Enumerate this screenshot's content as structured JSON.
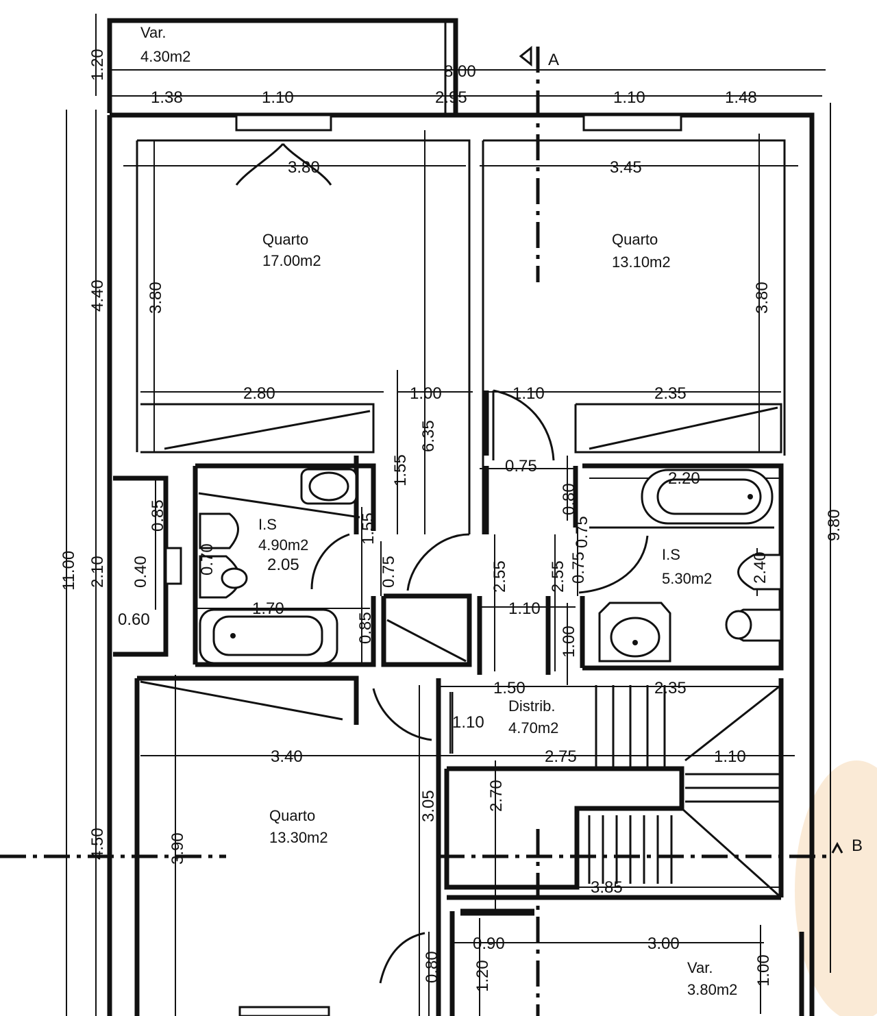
{
  "rooms": {
    "varanda_top": {
      "name": "Var.",
      "area": "4.30m2"
    },
    "quarto_nw": {
      "name": "Quarto",
      "area": "17.00m2"
    },
    "quarto_ne": {
      "name": "Quarto",
      "area": "13.10m2"
    },
    "is_west": {
      "name": "I.S",
      "area": "4.90m2"
    },
    "is_east": {
      "name": "I.S",
      "area": "5.30m2"
    },
    "distrib": {
      "name": "Distrib.",
      "area": "4.70m2"
    },
    "quarto_sw": {
      "name": "Quarto",
      "area": "13.30m2"
    },
    "varanda_bottom": {
      "name": "Var.",
      "area": "3.80m2"
    }
  },
  "section_marks": {
    "a": "A",
    "b": "B"
  },
  "dimensions": {
    "top_total": "8.00",
    "top_parts": [
      "1.38",
      "1.10",
      "2.95",
      "1.10",
      "1.48"
    ],
    "nw_width": "3.80",
    "ne_width": "3.45",
    "nw_height": "3.80",
    "ne_height": "3.80",
    "wardrobe_nw": "2.80",
    "hall_top": "1.00",
    "door_ne": "1.10",
    "wardrobe_ne": "2.35",
    "hall_len": "6.35",
    "is_w_upper": "1.55",
    "is_w_door": "1.55",
    "closet_075": "0.75",
    "is_e_gap": "0.75",
    "is_e_80": "0.80",
    "bath_e": "2.20",
    "is_e_240": "2.40",
    "is_w_205": "2.05",
    "is_w_075": "0.75",
    "hall_255_a": "2.55",
    "hall_255_b": "2.55",
    "is_e_075b": "0.75",
    "hall_110": "1.10",
    "is_e_100": "1.00",
    "bath_w": "1.70",
    "is_w_085": "0.85",
    "is_w_070": "0.70",
    "left_085": "0.85",
    "left_040": "0.40",
    "left_060": "0.60",
    "left_440": "4.40",
    "left_210": "2.10",
    "left_1100": "11.00",
    "left_450": "4.50",
    "left_120": "1.20",
    "distrib_150": "1.50",
    "distrib_235": "2.35",
    "distrib_110": "1.10",
    "sw_width": "3.40",
    "stair_275": "2.75",
    "stair_110": "1.10",
    "sw_height": "3.90",
    "stair_305": "3.05",
    "stair_270": "2.70",
    "stair_385": "3.85",
    "bot_090": "0.90",
    "bot_300": "3.00",
    "bot_080": "0.80",
    "bot_120": "1.20",
    "bot_100": "1.00",
    "right_980": "9.80"
  }
}
